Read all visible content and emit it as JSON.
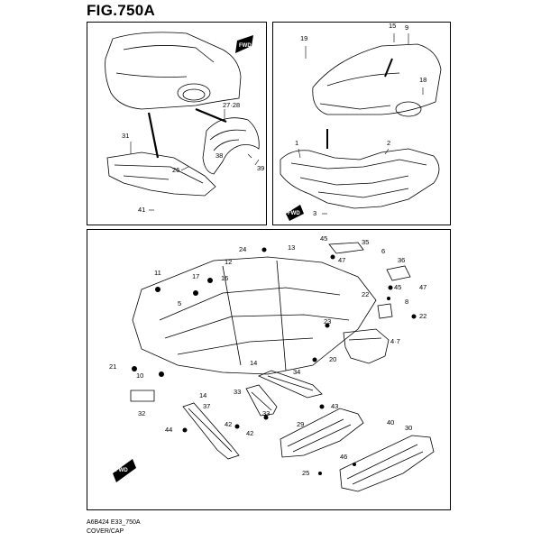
{
  "figure": {
    "title": "FIG.750A",
    "footer_code": "A6B424 E33_750A",
    "footer_desc": "COVER/CAP",
    "fwd_label": "FWD"
  },
  "callouts": [
    {
      "panel": "a",
      "label": "31"
    },
    {
      "panel": "a",
      "label": "27·28"
    },
    {
      "panel": "a",
      "label": "26"
    },
    {
      "panel": "a",
      "label": "38"
    },
    {
      "panel": "a",
      "label": "39"
    },
    {
      "panel": "a",
      "label": "41"
    },
    {
      "panel": "b",
      "label": "19"
    },
    {
      "panel": "b",
      "label": "15"
    },
    {
      "panel": "b",
      "label": "9"
    },
    {
      "panel": "b",
      "label": "18"
    },
    {
      "panel": "b",
      "label": "1"
    },
    {
      "panel": "b",
      "label": "2"
    },
    {
      "panel": "b",
      "label": "3"
    },
    {
      "panel": "c",
      "label": "24"
    },
    {
      "panel": "c",
      "label": "13"
    },
    {
      "panel": "c",
      "label": "12"
    },
    {
      "panel": "c",
      "label": "45"
    },
    {
      "panel": "c",
      "label": "35"
    },
    {
      "panel": "c",
      "label": "47"
    },
    {
      "panel": "c",
      "label": "6"
    },
    {
      "panel": "c",
      "label": "11"
    },
    {
      "panel": "c",
      "label": "17"
    },
    {
      "panel": "c",
      "label": "16"
    },
    {
      "panel": "c",
      "label": "36"
    },
    {
      "panel": "c",
      "label": "45"
    },
    {
      "panel": "c",
      "label": "47"
    },
    {
      "panel": "c",
      "label": "5"
    },
    {
      "panel": "c",
      "label": "22"
    },
    {
      "panel": "c",
      "label": "8"
    },
    {
      "panel": "c",
      "label": "22"
    },
    {
      "panel": "c",
      "label": "23"
    },
    {
      "panel": "c",
      "label": "4·7"
    },
    {
      "panel": "c",
      "label": "21"
    },
    {
      "panel": "c",
      "label": "10"
    },
    {
      "panel": "c",
      "label": "20"
    },
    {
      "panel": "c",
      "label": "14"
    },
    {
      "panel": "c",
      "label": "34"
    },
    {
      "panel": "c",
      "label": "14"
    },
    {
      "panel": "c",
      "label": "33"
    },
    {
      "panel": "c",
      "label": "32"
    },
    {
      "panel": "c",
      "label": "37"
    },
    {
      "panel": "c",
      "label": "42"
    },
    {
      "panel": "c",
      "label": "33"
    },
    {
      "panel": "c",
      "label": "43"
    },
    {
      "panel": "c",
      "label": "44"
    },
    {
      "panel": "c",
      "label": "42"
    },
    {
      "panel": "c",
      "label": "29"
    },
    {
      "panel": "c",
      "label": "40"
    },
    {
      "panel": "c",
      "label": "30"
    },
    {
      "panel": "c",
      "label": "46"
    },
    {
      "panel": "c",
      "label": "25"
    }
  ]
}
